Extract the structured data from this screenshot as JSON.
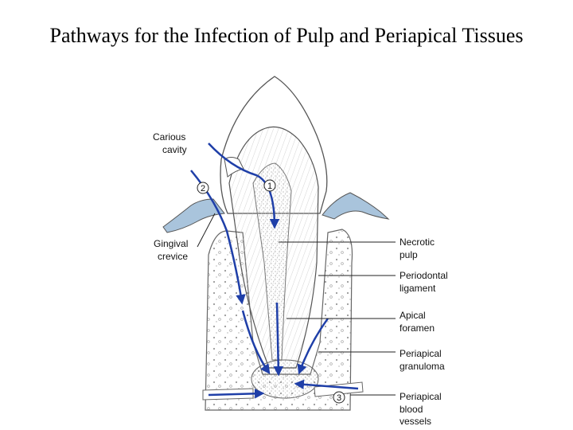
{
  "title": "Pathways for the Infection of Pulp and Periapical Tissues",
  "labels_left": [
    {
      "id": "carious",
      "lines": [
        "Carious",
        "cavity"
      ]
    },
    {
      "id": "gingival",
      "lines": [
        "Gingival",
        "crevice"
      ]
    }
  ],
  "labels_right": [
    {
      "id": "necrotic",
      "lines": [
        "Necrotic",
        "pulp"
      ]
    },
    {
      "id": "periodontal",
      "lines": [
        "Periodontal",
        "ligament"
      ]
    },
    {
      "id": "apical",
      "lines": [
        "Apical",
        "foramen"
      ]
    },
    {
      "id": "granuloma",
      "lines": [
        "Periapical",
        "granuloma"
      ]
    },
    {
      "id": "vessels",
      "lines": [
        "Periapical",
        "blood",
        "vessels"
      ]
    }
  ],
  "pathway_numbers": [
    "1",
    "2",
    "3"
  ],
  "colors": {
    "pathway": "#1f3fa8",
    "gum": "#a9c4dc",
    "outline": "#555555",
    "label_text": "#111111"
  }
}
